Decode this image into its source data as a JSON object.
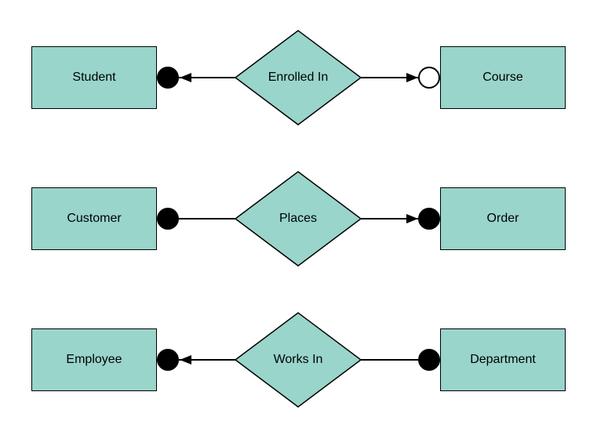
{
  "diagram": {
    "type": "entity-relationship-diagram",
    "colors": {
      "entity_fill": "#99d5ca",
      "shape_stroke": "#000000",
      "background": "#ffffff",
      "terminal_filled": "#000000",
      "terminal_open": "#ffffff"
    },
    "rows": [
      {
        "left_entity": "Student",
        "relationship": "Enrolled In",
        "right_entity": "Course",
        "left_connector": {
          "terminal": "filled-circle",
          "arrowhead": "pointing-left"
        },
        "right_connector": {
          "terminal": "open-circle",
          "arrowhead": "pointing-right"
        }
      },
      {
        "left_entity": "Customer",
        "relationship": "Places",
        "right_entity": "Order",
        "left_connector": {
          "terminal": "filled-circle",
          "arrowhead": "none"
        },
        "right_connector": {
          "terminal": "filled-circle",
          "arrowhead": "pointing-right"
        }
      },
      {
        "left_entity": "Employee",
        "relationship": "Works In",
        "right_entity": "Department",
        "left_connector": {
          "terminal": "filled-circle",
          "arrowhead": "pointing-left"
        },
        "right_connector": {
          "terminal": "filled-circle",
          "arrowhead": "none"
        }
      }
    ]
  }
}
